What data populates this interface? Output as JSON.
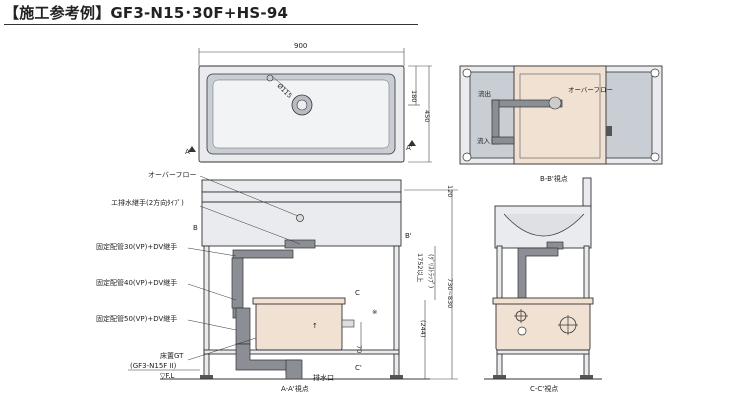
{
  "title": "【施工参考例】GF3-N15･30F+HS-94",
  "dimensions": {
    "width_900": "900",
    "d180": "180",
    "d450": "450",
    "dia": "Ø115",
    "d120": "120",
    "d1752": "1752以上",
    "d1752b": "(ｸﾞﾘｽﾄﾗｯﾌﾟ)",
    "d730": "730~830",
    "d244": "(244)",
    "d70": "70",
    "star": "※"
  },
  "section_marks": {
    "A": "A",
    "A_prime": "A'",
    "B": "B",
    "B_prime": "B'",
    "C": "C",
    "C_prime": "C'"
  },
  "labels": {
    "overflow": "オーバーフロー",
    "reducer": "エ排水継手(2方向ﾀｲﾌﾟ)",
    "pipe30": "固定配管30(VP)+DV継手",
    "pipe40": "固定配管40(VP)+DV継手",
    "pipe50": "固定配管50(VP)+DV継手",
    "floor": "床置GT",
    "floor_model": "(GF3-N15F II)",
    "fl": "▽F.L",
    "drain_outlet": "排水口",
    "aa_view": "A-A'視点",
    "bb_view": "B-B'視点",
    "cc_view": "C-C'視点",
    "inflow_top": "流出",
    "inflow_bottom": "流入",
    "overflow_short": "オーバーフロー"
  }
}
